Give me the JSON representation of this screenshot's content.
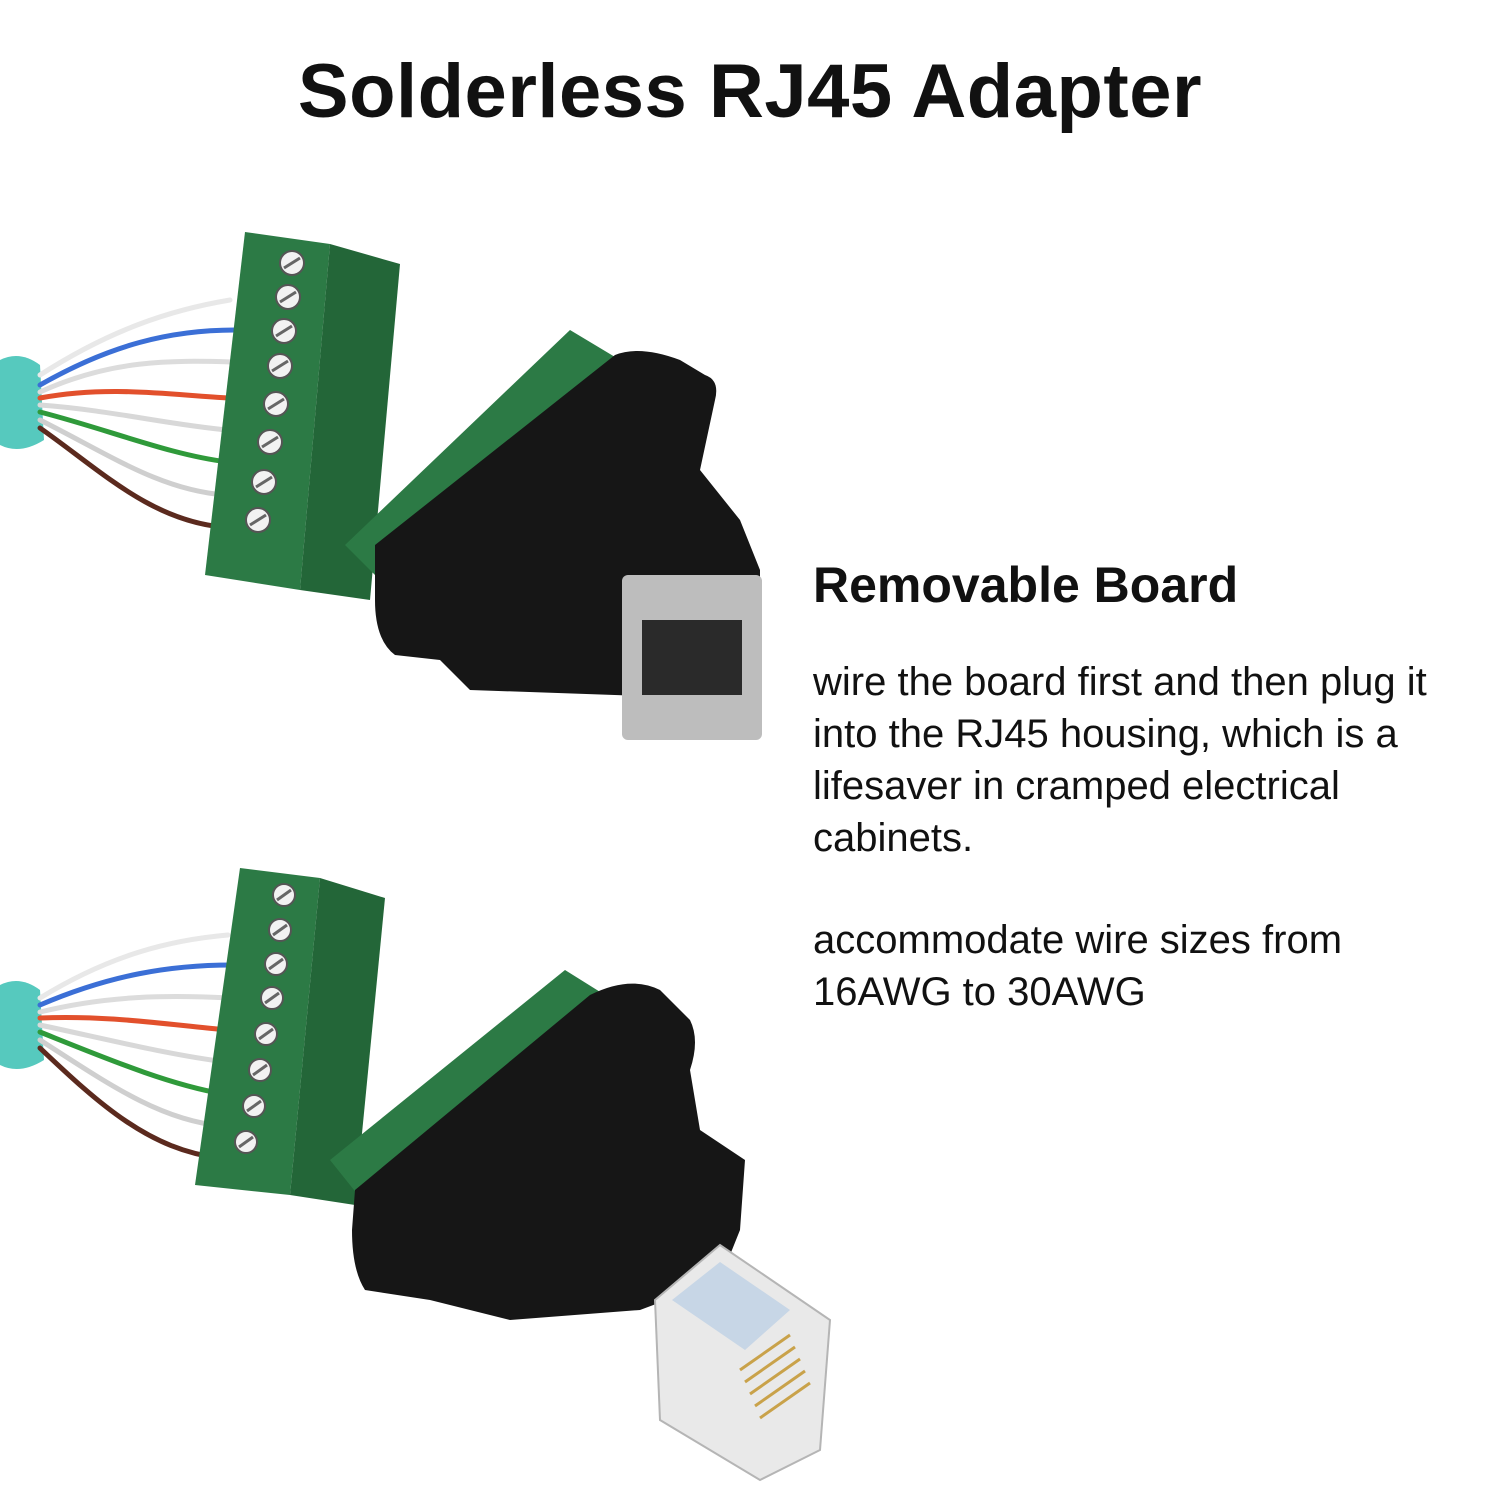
{
  "title": "Solderless RJ45 Adapter",
  "feature": {
    "heading": "Removable Board",
    "paragraphs": [
      "wire the board first and then plug it into the RJ45 housing, which is a lifesaver in cramped electrical cabinets.",
      "accommodate wire sizes from 16AWG to 30AWG"
    ]
  },
  "colors": {
    "terminal_green": "#2c7a45",
    "housing_black": "#161616",
    "cable_teal": "#56c9be"
  }
}
